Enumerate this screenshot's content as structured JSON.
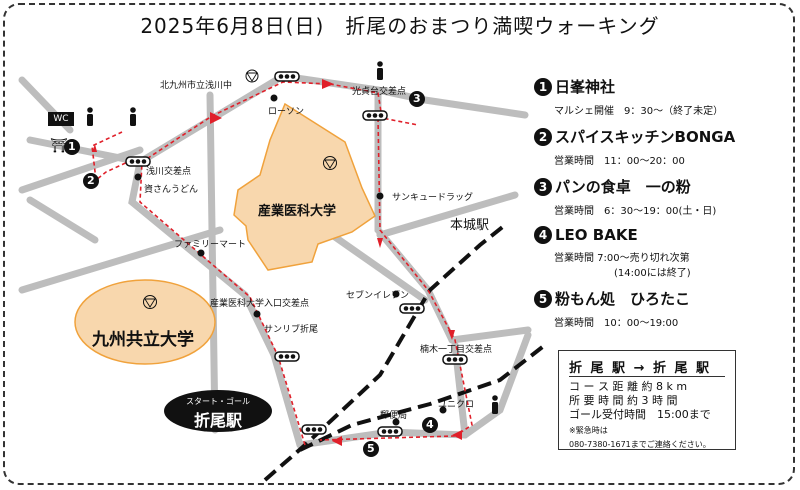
{
  "title": "2025年6月8日(日)　折尾のおまつり満喫ウォーキング",
  "map_labels": {
    "school": "北九州市立浅川中",
    "lawson": "ローソン",
    "kotei": "光貞台交差点",
    "asakawa": "浅川交差点",
    "udon": "資さんうどん",
    "familymart": "ファミリーマート",
    "sankyu": "サンキュードラッグ",
    "honjo_station": "本城駅",
    "sangyo_uni": "産業医科大学",
    "sangyo_entrance": "産業医科大学入口交差点",
    "sunrib": "サンリブ折尾",
    "seven": "セブンイレブン",
    "kusunoki": "楠木一丁目交差点",
    "kyushu_uni": "九州共立大学",
    "post": "郵便局",
    "uniqlo": "ユニクロ",
    "wc": "WC",
    "start_goal": "スタート・ゴール",
    "orio_station": "折尾駅"
  },
  "markers": {
    "m1": "1",
    "m2": "2",
    "m3": "3",
    "m4": "4",
    "m5": "5",
    "n1": "❶",
    "n2": "❷",
    "n3": "❸",
    "n4": "❹",
    "n5": "❺",
    "torii": "⛩"
  },
  "shops": [
    {
      "name": "日峯神社",
      "detail": "マルシェ開催　9：30～（終了未定）"
    },
    {
      "name": "スパイスキッチンBONGA",
      "detail": "営業時間　11：00～20：00"
    },
    {
      "name": "パンの食卓　一の粉",
      "detail": "営業時間　6：30～19：00(土・日)"
    },
    {
      "name": "LEO BAKE",
      "detail": "営業時間 7:00～売り切れ次第",
      "detail2": "(14:00には終了)"
    },
    {
      "name": "粉もん処　ひろたこ",
      "detail": "営業時間　10：00～19:00"
    }
  ],
  "info": {
    "route": "折 尾 駅 → 折 尾 駅",
    "distance": "コ ー ス 距 離 約 8 k m",
    "time": "所 要 時 間 約 3 時 間",
    "deadline": "ゴール受付時間　15:00まで",
    "emergency_label": "※緊急時は",
    "emergency_phone": "080-7380-1671までご連絡ください。"
  },
  "colors": {
    "route": "#e0202a",
    "campus_fill": "#f8d7ad",
    "campus_stroke": "#f0a23c",
    "road": "#bbbbbb",
    "rail": "#111111"
  }
}
